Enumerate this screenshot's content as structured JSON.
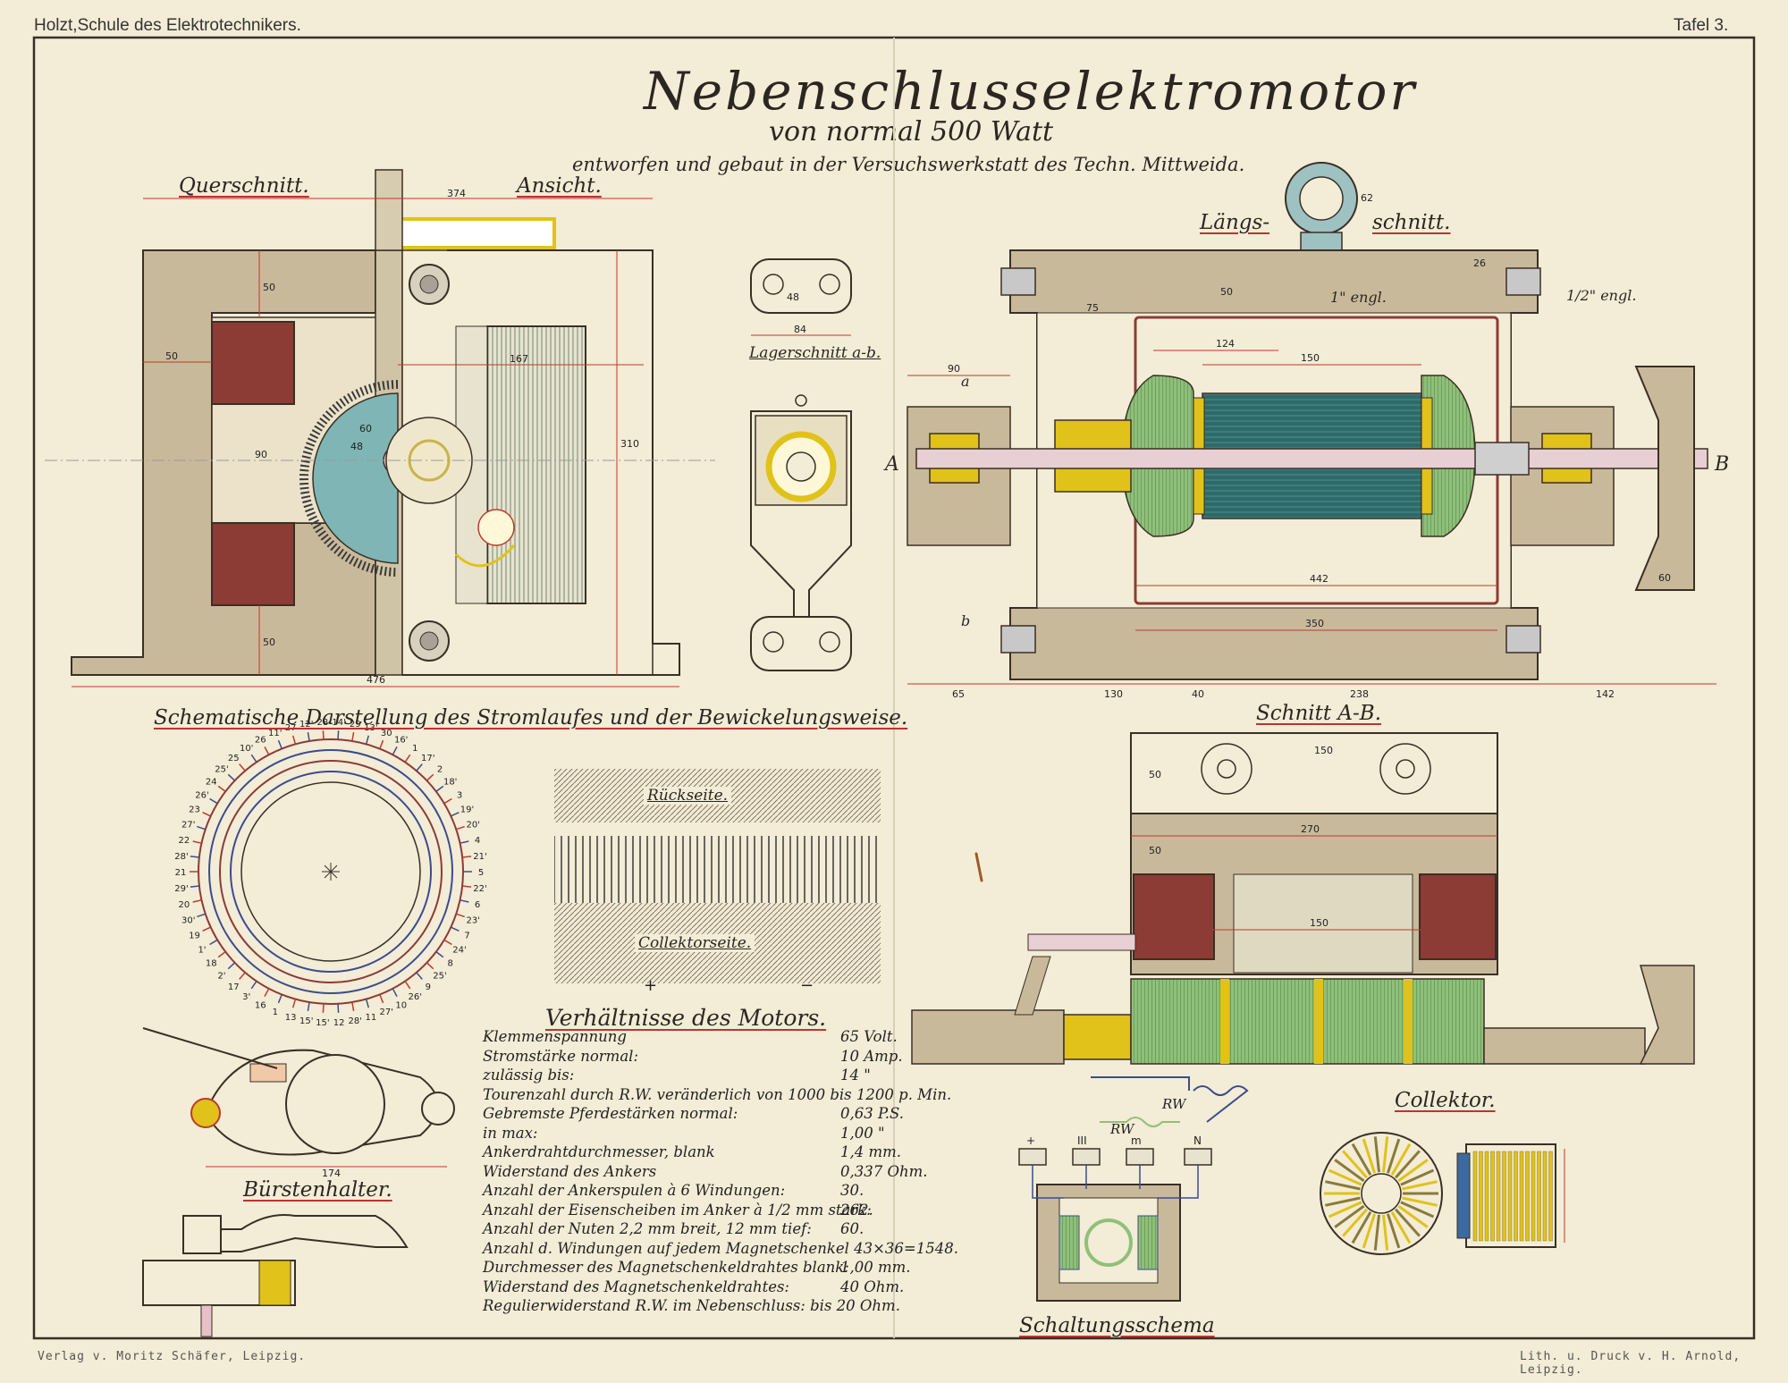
{
  "header": {
    "left": "Holzt,Schule des Elektrotechnikers.",
    "right": "Tafel 3."
  },
  "title": {
    "main": "Nebenschlusselektromotor",
    "line2": "von normal 500 Watt",
    "line3": "entworfen und gebaut in der Versuchswerkstatt des Techn. Mittweida."
  },
  "views": {
    "querschnitt": "Querschnitt.",
    "ansicht": "Ansicht.",
    "laengs": "Längs-",
    "schnitt": "schnitt.",
    "lagerschnitt": "Lagerschnitt a-b.",
    "schematisch": "Schematische Darstellung des Stromlaufes und der Bewickelungsweise.",
    "schnitt_ab": "Schnitt A-B.",
    "rueckseite": "Rückseite.",
    "collektorseite": "Collektorseite.",
    "buerstenhalter": "Bürstenhalter.",
    "collektor": "Collektor.",
    "schaltungsschema": "Schaltungsschema"
  },
  "dimensions": {
    "d374": "374",
    "d50a": "50",
    "d50b": "50",
    "d50c": "50",
    "d90": "90",
    "d310": "310",
    "d167": "167",
    "d476": "476",
    "d60": "60",
    "d48": "48",
    "d84": "84",
    "d124": "124",
    "d150": "150",
    "d442": "442",
    "d350": "350",
    "d65": "65",
    "d130": "130",
    "d40": "40",
    "d238": "238",
    "d142": "142",
    "d75": "75",
    "d62": "62",
    "d26": "26",
    "d270": "270",
    "d150b": "150",
    "d174": "174",
    "engl1": "1\" engl.",
    "engl2": "1/2\" engl.",
    "A": "A",
    "B": "B",
    "a": "a",
    "b": "b",
    "plus": "+",
    "minus": "−"
  },
  "ring_numbers": [
    "14'",
    "29",
    "13'",
    "30",
    "16'",
    "1",
    "17'",
    "2",
    "18'",
    "3",
    "19'",
    "20'",
    "4",
    "21'",
    "5",
    "22'",
    "6",
    "23'",
    "7",
    "24'",
    "8",
    "25'",
    "9",
    "26'",
    "10",
    "27'",
    "11",
    "28'",
    "12",
    "15'",
    "15'",
    "13",
    "1",
    "16",
    "3'",
    "17",
    "2'",
    "18",
    "1'",
    "19",
    "30'",
    "20",
    "29'",
    "21",
    "28'",
    "22",
    "27'",
    "23",
    "26'",
    "24",
    "25'",
    "25",
    "10'",
    "26",
    "11'",
    "27",
    "12'",
    "28"
  ],
  "specs_title": "Verhältnisse des Motors.",
  "specs": [
    {
      "k": "Klemmenspannung",
      "v": "65 Volt."
    },
    {
      "k": "Stromstärke normal:",
      "v": "10 Amp."
    },
    {
      "k": "zulässig bis:",
      "v": "14 \""
    },
    {
      "k": "Tourenzahl durch R.W. veränderlich von 1000 bis 1200 p. Min.",
      "v": ""
    },
    {
      "k": "Gebremste Pferdestärken normal:",
      "v": "0,63 P.S."
    },
    {
      "k": "in max:",
      "v": "1,00 \""
    },
    {
      "k": "Ankerdrahtdurchmesser, blank",
      "v": "1,4 mm."
    },
    {
      "k": "Widerstand des Ankers",
      "v": "0,337 Ohm."
    },
    {
      "k": "Anzahl der Ankerspulen à 6 Windungen:",
      "v": "30."
    },
    {
      "k": "Anzahl der Eisenscheiben im Anker à 1/2 mm stark:",
      "v": "262."
    },
    {
      "k": "Anzahl der Nuten 2,2 mm breit, 12 mm tief:",
      "v": "60."
    },
    {
      "k": "Anzahl d. Windungen auf jedem Magnetschenkel 43×36=1548.",
      "v": ""
    },
    {
      "k": "Durchmesser des Magnetschenkeldrahtes blank:",
      "v": "1,00 mm."
    },
    {
      "k": "Widerstand des Magnetschenkeldrahtes:",
      "v": "40 Ohm."
    },
    {
      "k": "Regulierwiderstand R.W. im Nebenschluss: bis 20 Ohm.",
      "v": ""
    }
  ],
  "schema_labels": {
    "p1": "+",
    "p2": "III",
    "p3": "m",
    "p4": "N",
    "rw1": "RW",
    "rw2": "RW"
  },
  "footer": {
    "left": "Verlag v. Moritz Schäfer, Leipzig.",
    "right": "Lith. u. Druck v. H. Arnold, Leipzig."
  }
}
